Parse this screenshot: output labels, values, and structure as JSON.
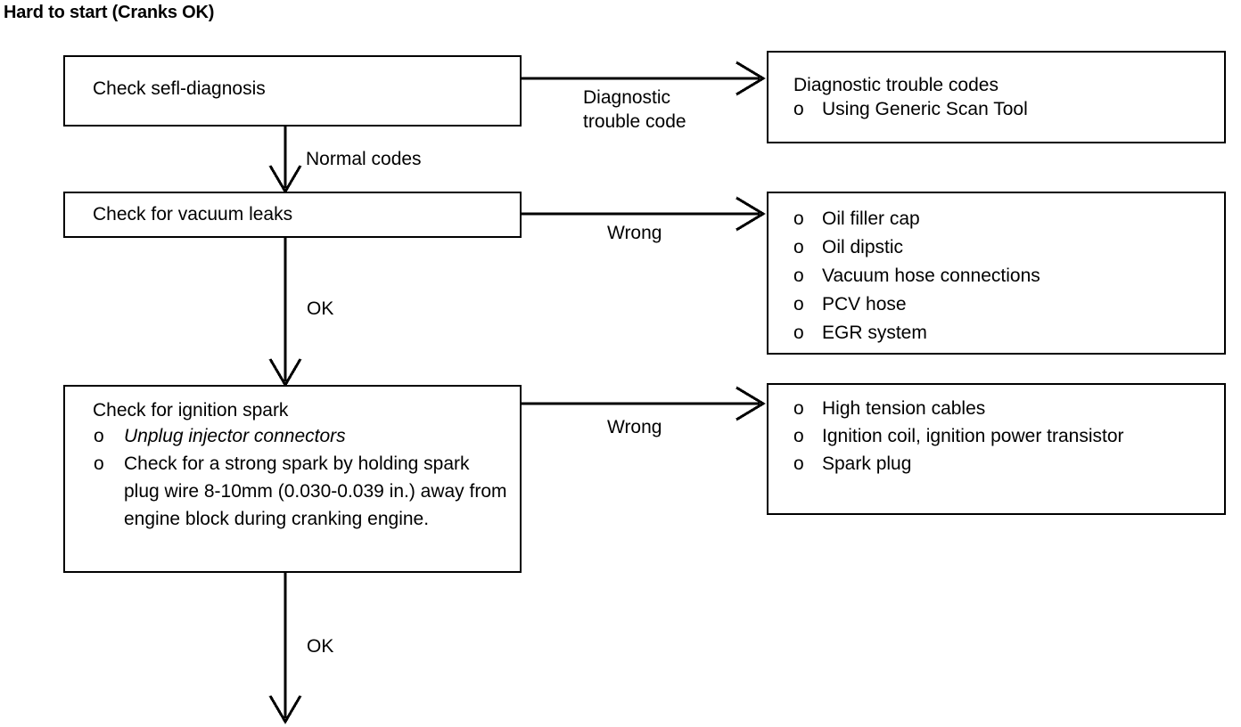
{
  "title": "Hard to start (Cranks OK)",
  "diagram": {
    "type": "flowchart",
    "nodes": [
      {
        "id": "check-self-diagnosis",
        "heading": "Check sefl-diagnosis",
        "bullets": []
      },
      {
        "id": "diagnostic-trouble-codes",
        "heading": "Diagnostic trouble codes",
        "bullets": [
          {
            "glyph": "o",
            "text": "Using Generic Scan Tool",
            "italic": false
          }
        ]
      },
      {
        "id": "check-vacuum-leaks",
        "heading": "Check for vacuum leaks",
        "bullets": []
      },
      {
        "id": "vacuum-leak-items",
        "heading": "",
        "bullets": [
          {
            "glyph": "o",
            "text": "Oil filler cap",
            "italic": false
          },
          {
            "glyph": "o",
            "text": "Oil dipstic",
            "italic": false
          },
          {
            "glyph": "o",
            "text": "Vacuum hose connections",
            "italic": false
          },
          {
            "glyph": "o",
            "text": "PCV hose",
            "italic": false
          },
          {
            "glyph": "o",
            "text": "EGR system",
            "italic": false
          }
        ]
      },
      {
        "id": "check-ignition-spark",
        "heading": "Check for ignition spark",
        "bullets": [
          {
            "glyph": "o",
            "text": "Unplug injector connectors",
            "italic": true
          },
          {
            "glyph": "o",
            "text": "Check for a strong spark by holding spark plug wire 8-10mm (0.030-0.039 in.) away from engine block during cranking engine.",
            "italic": false
          }
        ]
      },
      {
        "id": "ignition-spark-items",
        "heading": "",
        "bullets": [
          {
            "glyph": "o",
            "text": "High tension cables",
            "italic": false
          },
          {
            "glyph": "o",
            "text": "Ignition coil, ignition power transistor",
            "italic": false
          },
          {
            "glyph": "o",
            "text": "Spark plug",
            "italic": false
          }
        ]
      }
    ],
    "edges": [
      {
        "id": "e1",
        "from": "check-self-diagnosis",
        "to": "diagnostic-trouble-codes",
        "label": "Diagnostic\ntrouble code"
      },
      {
        "id": "e2",
        "from": "check-self-diagnosis",
        "to": "check-vacuum-leaks",
        "label": "Normal codes"
      },
      {
        "id": "e3",
        "from": "check-vacuum-leaks",
        "to": "vacuum-leak-items",
        "label": "Wrong"
      },
      {
        "id": "e4",
        "from": "check-vacuum-leaks",
        "to": "check-ignition-spark",
        "label": "OK"
      },
      {
        "id": "e5",
        "from": "check-ignition-spark",
        "to": "ignition-spark-items",
        "label": "Wrong"
      },
      {
        "id": "e6",
        "from": "check-ignition-spark",
        "to": "",
        "label": "OK"
      }
    ]
  },
  "colors": {
    "background": "#ffffff",
    "stroke": "#000000",
    "text": "#000000"
  }
}
